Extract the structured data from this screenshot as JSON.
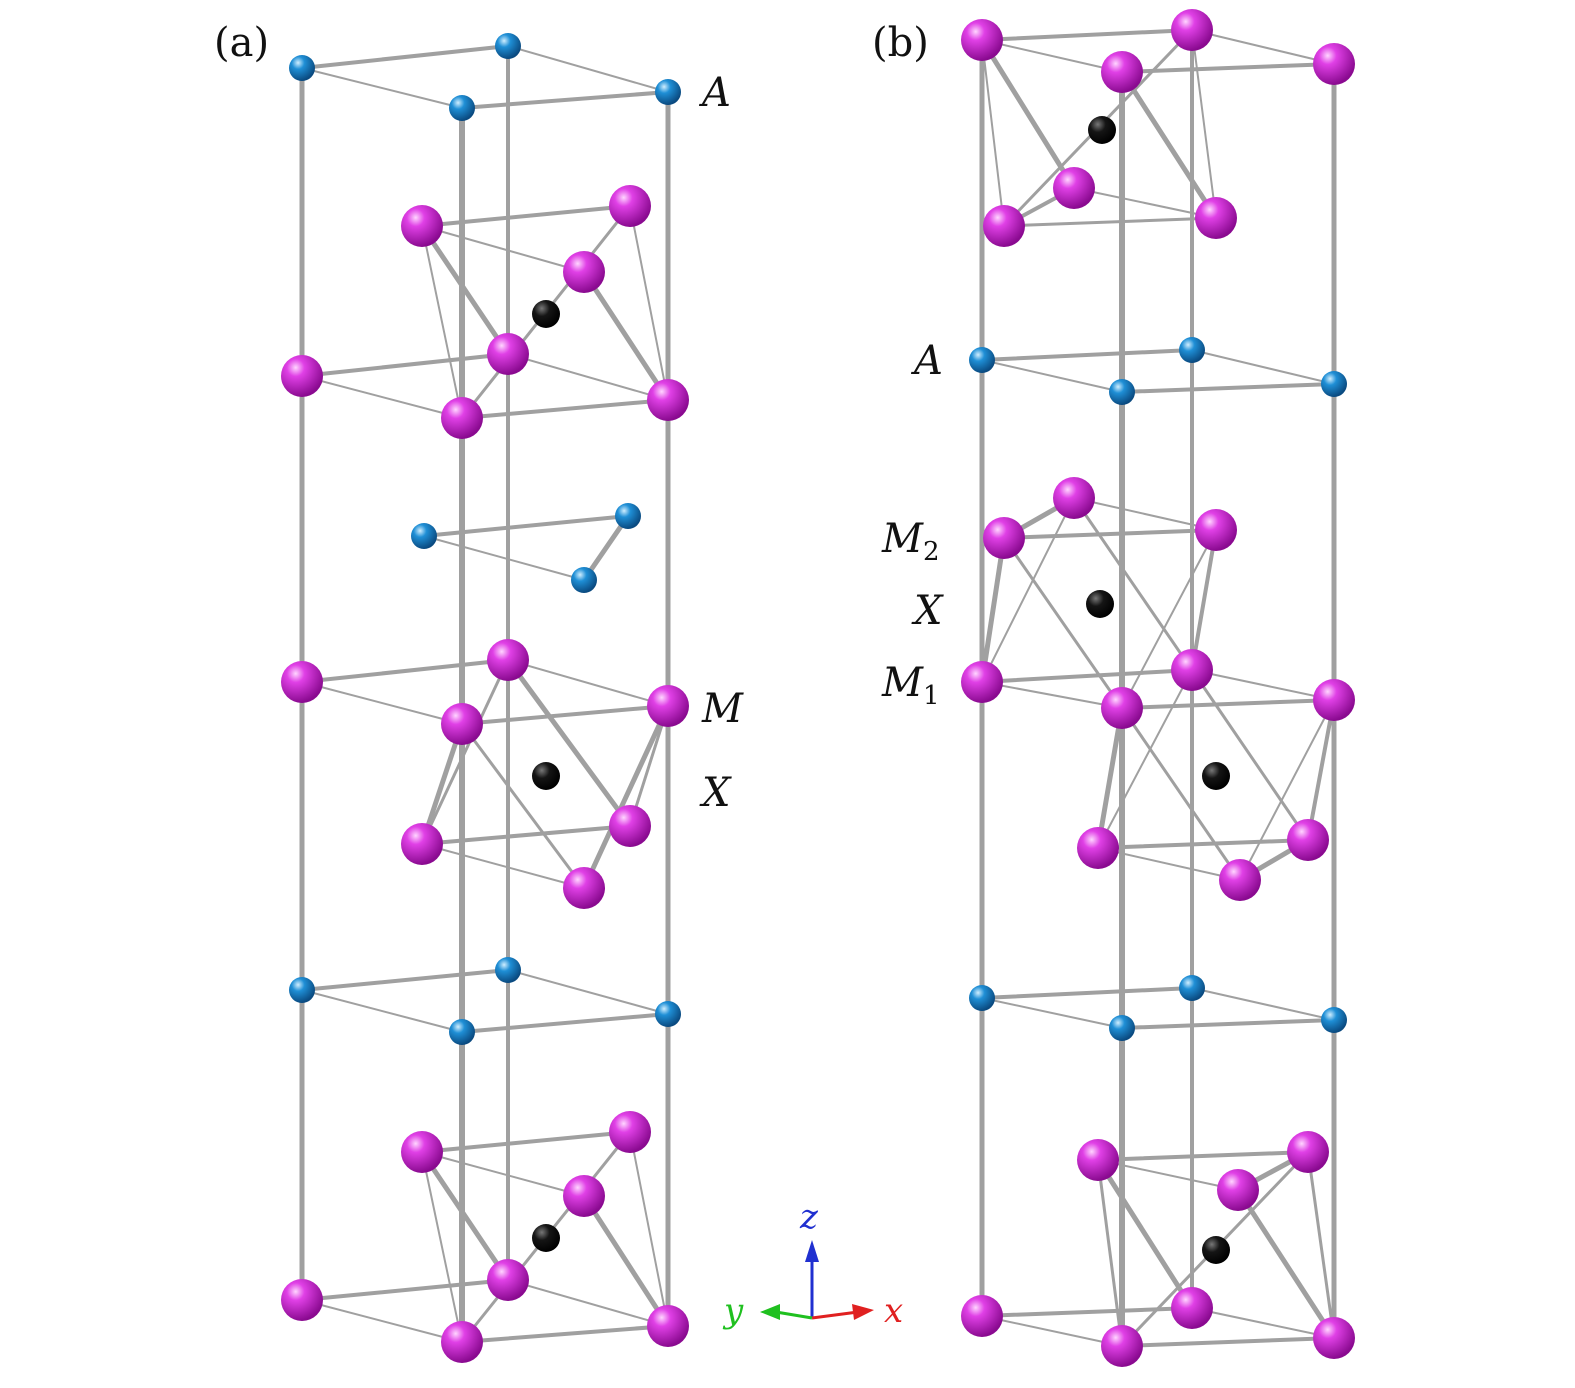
{
  "panels": [
    {
      "id": "a",
      "label": "(a)",
      "atom_labels": {
        "A": "A",
        "M": "M",
        "X": "X"
      }
    },
    {
      "id": "b",
      "label": "(b)",
      "atom_labels": {
        "A": "A",
        "M2_base": "M",
        "M2_sub": "2",
        "X": "X",
        "M1_base": "M",
        "M1_sub": "1"
      }
    }
  ],
  "axes": {
    "z": "z",
    "y": "y",
    "x": "x"
  },
  "colors": {
    "A_atom": "#1f8fd6",
    "M_atom": "#d020d6",
    "X_atom": "#111111",
    "bond": "#9a9a9a",
    "x_axis": "#e02020",
    "y_axis": "#20c020",
    "z_axis": "#2030d0"
  }
}
